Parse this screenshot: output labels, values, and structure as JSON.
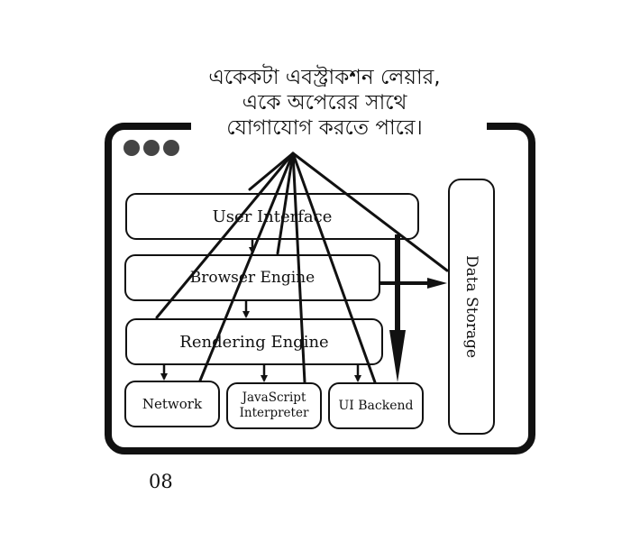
{
  "caption": {
    "line1": "একেকটা এবস্ট্রাকশন লেয়ার,",
    "line2": "একে অপেরের সাথে",
    "line3": "যোগাযোগ করতে পারে।"
  },
  "boxes": {
    "user_interface": "User Interface",
    "browser_engine": "Browser Engine",
    "rendering_engine": "Rendering Engine",
    "network": "Network",
    "js_line1": "JavaScript",
    "js_line2": "Interpreter",
    "ui_backend": "UI Backend",
    "data_storage": "Data Storage"
  },
  "page_number": "08"
}
